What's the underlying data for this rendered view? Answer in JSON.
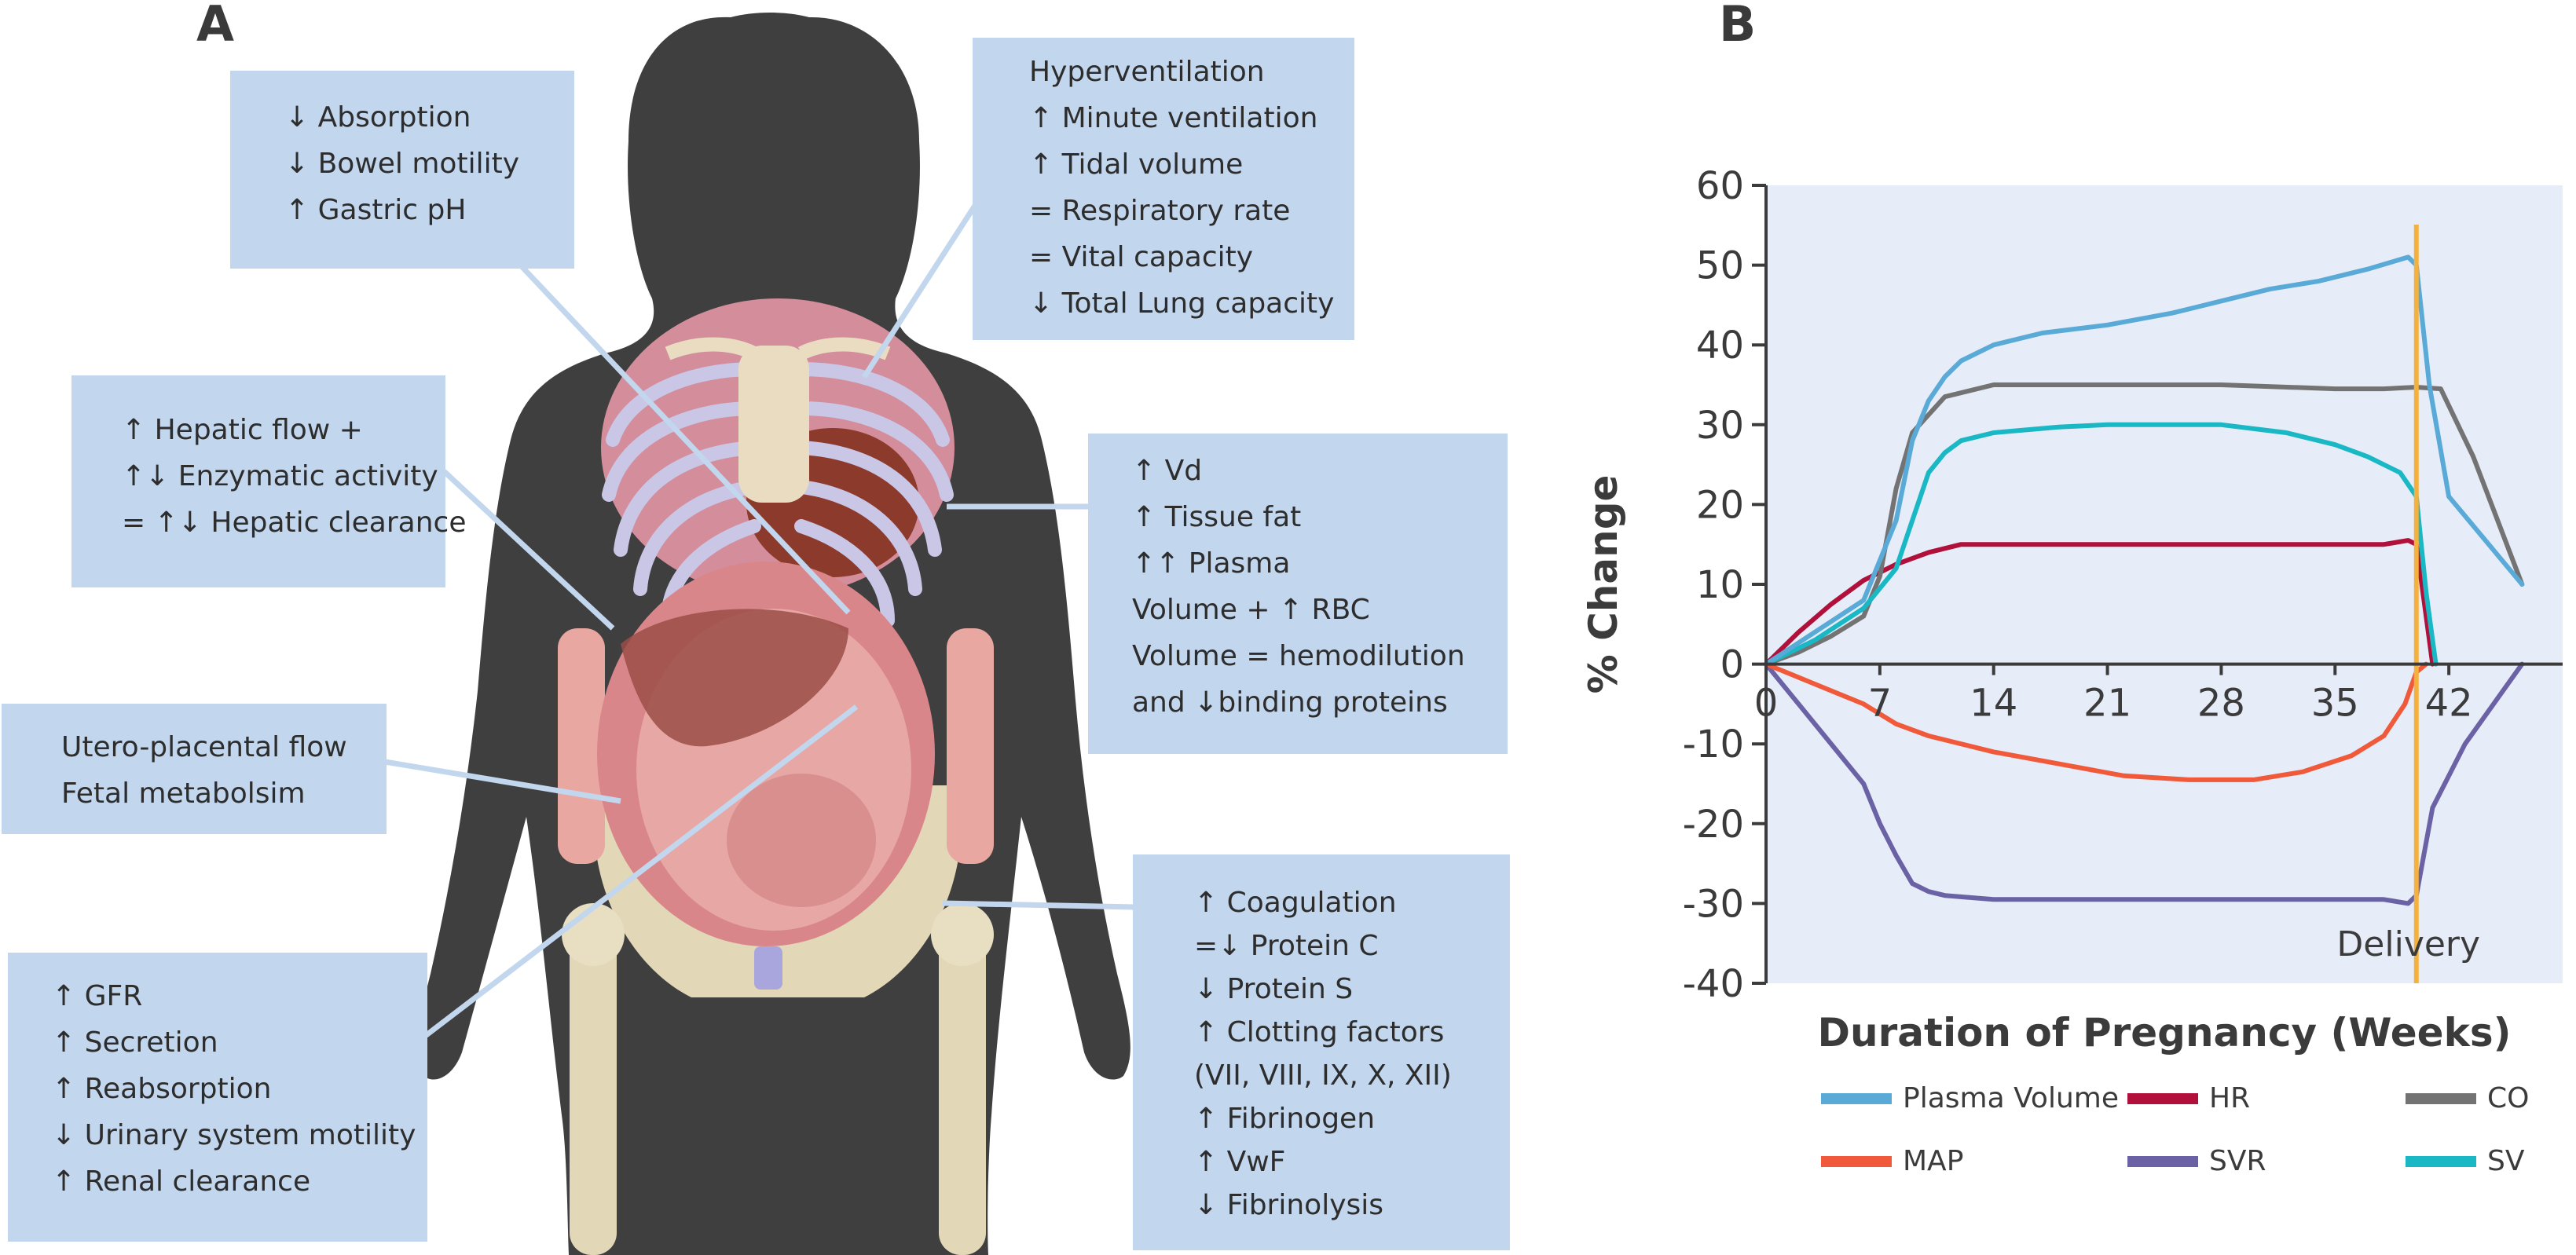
{
  "panel_a": {
    "letter": "A",
    "boxes": {
      "gi": [
        "↓ Absorption",
        "↓ Bowel motility",
        "↑ Gastric pH"
      ],
      "resp": [
        "Hyperventilation",
        "↑ Minute ventilation",
        "↑ Tidal volume",
        "= Respiratory rate",
        "= Vital capacity",
        "↓ Total Lung capacity"
      ],
      "hepatic": [
        "↑ Hepatic flow +",
        "↑↓ Enzymatic activity",
        "= ↑↓ Hepatic clearance"
      ],
      "vd": [
        "↑ Vd",
        "↑ Tissue fat",
        "↑↑ Plasma",
        "Volume + ↑ RBC",
        "Volume = hemodilution",
        "and ↓binding proteins"
      ],
      "utero": [
        "Utero-placental flow",
        "Fetal metabolsim"
      ],
      "renal": [
        "↑ GFR",
        "↑ Secretion",
        "↑ Reabsorption",
        "↓ Urinary system motility",
        "↑ Renal clearance"
      ],
      "coag": [
        "↑ Coagulation",
        "=↓ Protein C",
        "↓ Protein S",
        "↑ Clotting factors",
        "(VII, VIII, IX, X, XII)",
        "↑ Fibrinogen",
        "↑ VwF",
        "↓ Fibrinolysis"
      ]
    }
  },
  "panel_b": {
    "letter": "B",
    "delivery_label": "Delivery"
  },
  "colors": {
    "silhouette": "#3f3f3f",
    "box_fill": "#c2d6ee",
    "plot_bg": "#e6ecf8",
    "delivery_line": "#f5b13d"
  },
  "chart_data": {
    "type": "line",
    "xlabel": "Duration of Pregnancy (Weeks)",
    "ylabel": "% Change",
    "xlim": [
      0,
      49
    ],
    "ylim": [
      -40,
      60
    ],
    "xticks": [
      0,
      7,
      14,
      21,
      28,
      35,
      42
    ],
    "yticks": [
      60,
      50,
      40,
      30,
      20,
      10,
      0,
      -10,
      -20,
      -30,
      -40
    ],
    "delivery_week": 40,
    "legend": {
      "rows": [
        [
          "Plasma Volume",
          "HR",
          "CO"
        ],
        [
          "MAP",
          "SVR",
          "SV"
        ]
      ],
      "placement": "bottom"
    },
    "series": [
      {
        "name": "Plasma Volume",
        "color": "#5aaad8",
        "x": [
          0,
          6,
          8,
          9,
          10,
          11,
          12,
          14,
          17,
          21,
          25,
          28,
          31,
          34,
          37,
          39.5,
          40,
          40.8,
          42,
          46.5
        ],
        "y": [
          0,
          8,
          18,
          28,
          33,
          36,
          38,
          40,
          41.5,
          42.5,
          44,
          45.5,
          47,
          48,
          49.5,
          51,
          50,
          35,
          21,
          10
        ]
      },
      {
        "name": "HR",
        "color": "#b0103a",
        "x": [
          0,
          2,
          4,
          6,
          8,
          10,
          12,
          14,
          20,
          28,
          35,
          38,
          39.5,
          40,
          40.6,
          41
        ],
        "y": [
          0,
          4,
          7.5,
          10.5,
          12.5,
          14,
          15,
          15,
          15,
          15,
          15,
          15,
          15.5,
          15,
          6,
          0
        ]
      },
      {
        "name": "CO",
        "color": "#737373",
        "x": [
          0,
          2,
          4,
          6,
          7,
          8,
          9,
          11,
          14,
          21,
          28,
          35,
          38,
          40,
          41.5,
          43.5,
          46.5
        ],
        "y": [
          0,
          1.5,
          3.5,
          6,
          11,
          22,
          29,
          33.5,
          35,
          35,
          35,
          34.5,
          34.5,
          34.7,
          34.5,
          26,
          10
        ]
      },
      {
        "name": "MAP",
        "color": "#f05a3a",
        "x": [
          0,
          3,
          6,
          8,
          10,
          14,
          18,
          22,
          26,
          30,
          33,
          36,
          38,
          39.3,
          40,
          40.6
        ],
        "y": [
          0,
          -2.5,
          -5,
          -7.5,
          -9,
          -11,
          -12.5,
          -14,
          -14.5,
          -14.5,
          -13.5,
          -11.5,
          -9,
          -5,
          -1,
          0
        ]
      },
      {
        "name": "SVR",
        "color": "#6b62a6",
        "x": [
          0,
          2,
          4,
          6,
          7,
          8,
          9,
          10,
          11,
          14,
          21,
          28,
          35,
          38,
          39.5,
          40,
          41,
          43,
          46.5
        ],
        "y": [
          0,
          -5,
          -10,
          -15,
          -20,
          -24,
          -27.5,
          -28.5,
          -29,
          -29.5,
          -29.5,
          -29.5,
          -29.5,
          -29.5,
          -30,
          -29,
          -18,
          -10,
          0
        ]
      },
      {
        "name": "SV",
        "color": "#1ab7c4",
        "x": [
          0,
          3,
          6,
          8,
          9,
          10,
          11,
          12,
          14,
          18,
          21,
          25,
          28,
          32,
          35,
          37,
          39,
          40,
          40.6,
          41.2
        ],
        "y": [
          0,
          3,
          7,
          12,
          18,
          24,
          26.5,
          28,
          29,
          29.7,
          30,
          30,
          30,
          29,
          27.5,
          26,
          24,
          21,
          9,
          0
        ]
      }
    ]
  }
}
